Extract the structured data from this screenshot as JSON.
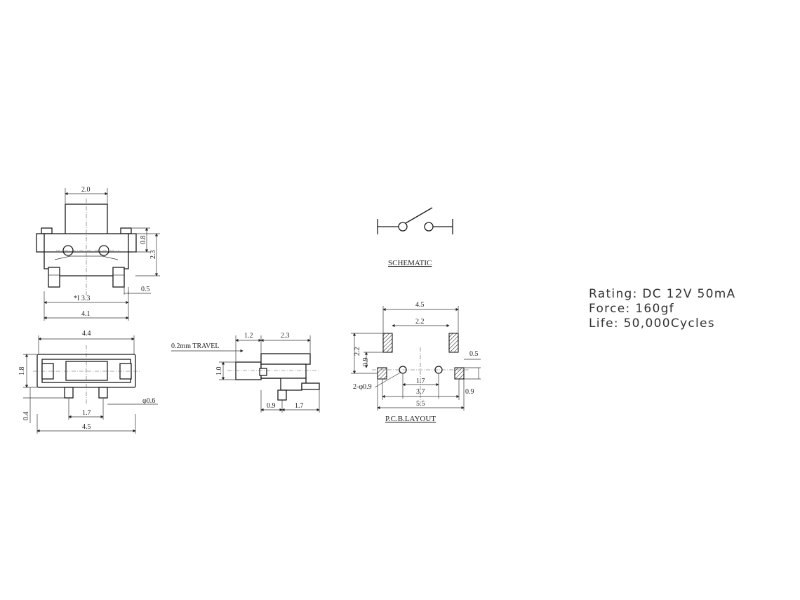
{
  "specs": {
    "rating": "Rating: DC 12V 50mA",
    "force": "Force: 160gf",
    "life": "Life: 50,000Cycles"
  },
  "front_view": {
    "dim_top": "2.0",
    "dim_08": "0.8",
    "dim_23": "2.3",
    "dim_05": "0.5",
    "dim_33": "*I 3.3",
    "dim_41": "4.1"
  },
  "bottom_view": {
    "dim_44": "4.4",
    "dim_18": "1.8",
    "dim_04": "0.4",
    "dim_17": "1.7",
    "dim_06": "φ0.6",
    "dim_45": "4.5"
  },
  "side_view": {
    "travel": "0.2mm TRAVEL",
    "dim_12": "1.2",
    "dim_23": "2.3",
    "dim_10": "1.0",
    "dim_09": "0.9",
    "dim_17": "1.7"
  },
  "schematic": {
    "title": "SCHEMATIC"
  },
  "pcb_layout": {
    "title": "P.C.B.LAYOUT",
    "dim_45": "4.5",
    "dim_22_top": "2.2",
    "dim_22_left": "2.2",
    "dim_09_left": "0.9",
    "dim_05": "0.5",
    "dim_holes": "2-φ0.9",
    "dim_17": "1.7",
    "dim_37": "3.7",
    "dim_55": "5.5",
    "dim_09_right": "0.9"
  }
}
